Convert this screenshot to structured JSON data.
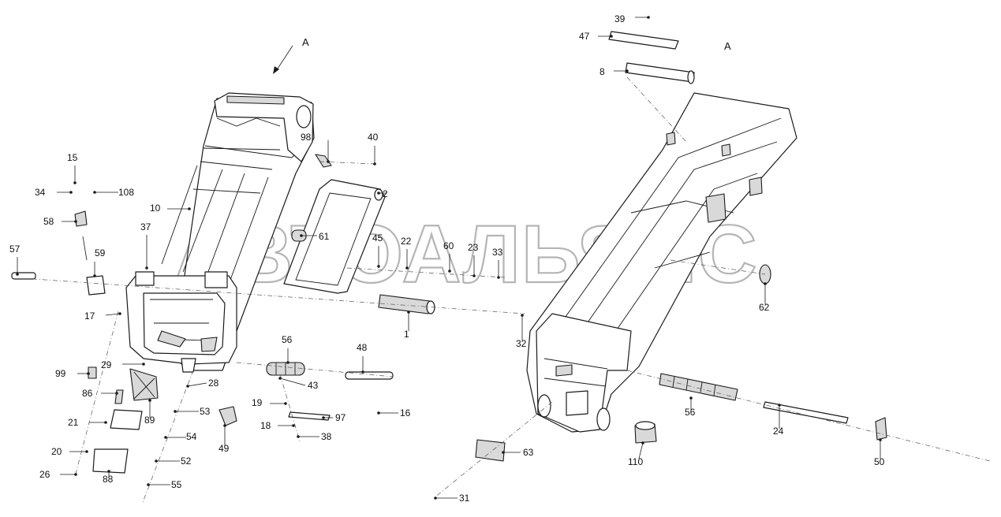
{
  "watermark": "АВТОАЛЬЯНС",
  "view_labels": [
    "A",
    "A"
  ],
  "callouts": [
    "39",
    "47",
    "8",
    "98",
    "40",
    "15",
    "34",
    "108",
    "2",
    "58",
    "10",
    "61",
    "37",
    "45",
    "22",
    "60",
    "23",
    "33",
    "57",
    "59",
    "62",
    "17",
    "1",
    "32",
    "56",
    "48",
    "99",
    "29",
    "43",
    "86",
    "28",
    "19",
    "97",
    "16",
    "89",
    "53",
    "21",
    "18",
    "38",
    "49",
    "56",
    "24",
    "54",
    "20",
    "52",
    "26",
    "88",
    "55",
    "63",
    "110",
    "50",
    "31"
  ]
}
